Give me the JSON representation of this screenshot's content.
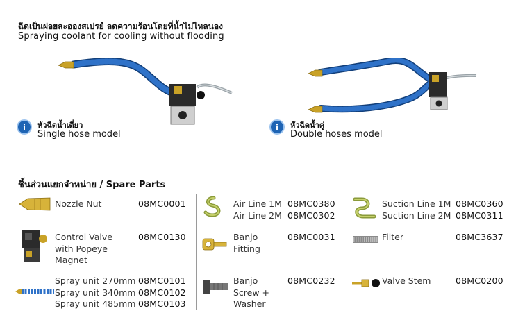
{
  "header": {
    "thai_title": "ฉีดเป็นฝอยละอองสเปรย์ ลดความร้อนโดยที่น้ำไม่ไหลนอง",
    "english_subtitle": "Spraying coolant for cooling without flooding"
  },
  "models": [
    {
      "thai": "หัวฉีดน้ำเดี่ยว",
      "english": "Single hose model",
      "icon": "info-icon"
    },
    {
      "thai": "หัวฉีดน้ำคู่",
      "english": "Double hoses model",
      "icon": "info-icon"
    }
  ],
  "spare_parts": {
    "title": "ชิ้นส่วนแยกจำหน่าย / Spare Parts",
    "col1": [
      {
        "name": [
          "Nozzle Nut"
        ],
        "codes": [
          "08MC0001"
        ],
        "icon": "nozzle-nut-icon"
      },
      {
        "name": [
          "Control Valve",
          "with Popeye",
          "Magnet"
        ],
        "codes": [
          "08MC0130"
        ],
        "icon": "control-valve-icon"
      },
      {
        "name": [
          "Spray unit 270mm",
          "Spray unit 340mm",
          "Spray unit 485mm"
        ],
        "codes": [
          "08MC0101",
          "08MC0102",
          "08MC0103"
        ],
        "icon": "spray-unit-icon"
      }
    ],
    "col2": [
      {
        "name": [
          "Air Line 1M",
          "Air Line 2M"
        ],
        "codes": [
          "08MC0380",
          "08MC0302"
        ],
        "icon": "air-line-icon"
      },
      {
        "name": [
          "Banjo",
          "Fitting"
        ],
        "codes": [
          "08MC0031"
        ],
        "icon": "banjo-fitting-icon"
      },
      {
        "name": [
          "Banjo",
          "Screw +",
          "Washer"
        ],
        "codes": [
          "08MC0232"
        ],
        "icon": "banjo-screw-icon"
      }
    ],
    "col3": [
      {
        "name": [
          "Suction Line 1M",
          "Suction Line 2M"
        ],
        "codes": [
          "08MC0360",
          "08MC0311"
        ],
        "icon": "suction-line-icon"
      },
      {
        "name": [
          "Filter"
        ],
        "codes": [
          "08MC3637"
        ],
        "icon": "filter-icon"
      },
      {
        "name": [
          "Valve Stem"
        ],
        "codes": [
          "08MC0200"
        ],
        "icon": "valve-stem-icon"
      }
    ]
  },
  "colors": {
    "hose_blue": "#1f5fb0",
    "brass": "#c9a227",
    "info_blue": "#1e64b4"
  }
}
